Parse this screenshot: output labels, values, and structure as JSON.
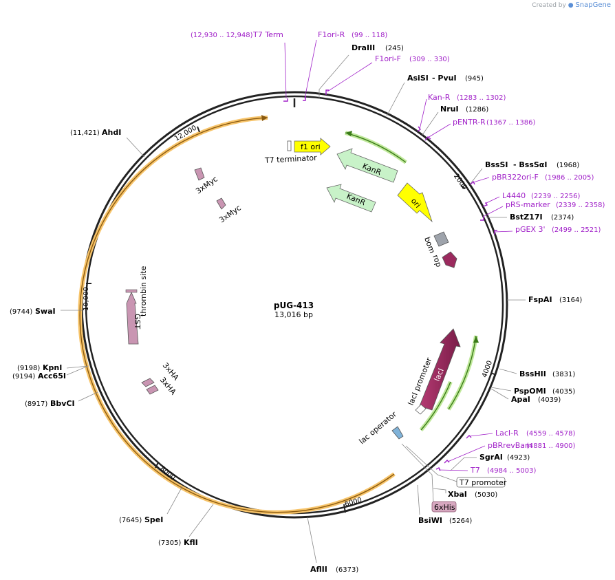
{
  "watermark": {
    "created_by": "Created by",
    "brand": "SnapGene"
  },
  "plasmid": {
    "name": "pUG-413",
    "length_label": "13,016 bp",
    "length": 13016
  },
  "colors": {
    "backbone": "#222222",
    "primer": "#a020c8",
    "orange": "#f5a623",
    "green": "#7cc243",
    "kanr": "#c8f2c8",
    "ori": "#ffff00",
    "gst": "#c995b2",
    "laci": "#9b2a5e"
  },
  "ticks": [
    {
      "pos": 2000,
      "label": "2000"
    },
    {
      "pos": 4000,
      "label": "4000"
    },
    {
      "pos": 6000,
      "label": "6000"
    },
    {
      "pos": 8000,
      "label": "8000"
    },
    {
      "pos": 10000,
      "label": "10,000"
    },
    {
      "pos": 12000,
      "label": "12,000"
    }
  ],
  "sites": [
    {
      "name": "DraIII",
      "pos": "(245)"
    },
    {
      "name": "AsiSI",
      "extra": "- PvuI",
      "pos": "(945)"
    },
    {
      "name": "NruI",
      "pos": "(1286)"
    },
    {
      "name": "BssSI",
      "extra": "- BssSαI",
      "pos": "(1968)"
    },
    {
      "name": "BstZ17I",
      "pos": "(2374)"
    },
    {
      "name": "FspAI",
      "pos": "(3164)"
    },
    {
      "name": "BssHII",
      "pos": "(3831)"
    },
    {
      "name": "PspOMI",
      "pos": "(4035)"
    },
    {
      "name": "ApaI",
      "pos": "(4039)"
    },
    {
      "name": "SgrAI",
      "pos": "(4923)"
    },
    {
      "name": "XbaI",
      "pos": "(5030)"
    },
    {
      "name": "BsiWI",
      "pos": "(5264)"
    },
    {
      "name": "AflII",
      "pos": "(6373)"
    },
    {
      "name": "KflI",
      "pos": "(7305)"
    },
    {
      "name": "SpeI",
      "pos": "(7645)"
    },
    {
      "name": "BbvCI",
      "pos": "(8917)"
    },
    {
      "name": "Acc65I",
      "pos": "(9194)"
    },
    {
      "name": "KpnI",
      "pos": "(9198)"
    },
    {
      "name": "SwaI",
      "pos": "(9744)"
    },
    {
      "name": "AhdI",
      "pos": "(11,421)"
    }
  ],
  "primers": [
    {
      "name": "T7 Term",
      "pos": "(12,930 .. 12,948)"
    },
    {
      "name": "F1ori-R",
      "pos": "(99 .. 118)"
    },
    {
      "name": "F1ori-F",
      "pos": "(309 .. 330)"
    },
    {
      "name": "Kan-R",
      "pos": "(1283 .. 1302)"
    },
    {
      "name": "pENTR-R",
      "pos": "(1367 .. 1386)"
    },
    {
      "name": "pBR322ori-F",
      "pos": "(1986 .. 2005)"
    },
    {
      "name": "L4440",
      "pos": "(2239 .. 2256)"
    },
    {
      "name": "pRS-marker",
      "pos": "(2339 .. 2358)"
    },
    {
      "name": "pGEX 3'",
      "pos": "(2499 .. 2521)"
    },
    {
      "name": "LacI-R",
      "pos": "(4559 .. 4578)"
    },
    {
      "name": "pBRrevBam",
      "pos": "(4881 .. 4900)"
    },
    {
      "name": "T7",
      "pos": "(4984 .. 5003)"
    }
  ],
  "features": {
    "f1ori": "f1 ori",
    "t7term": "T7 terminator",
    "kanr1": "KanR",
    "kanr2": "KanR",
    "ori": "ori",
    "bom": "bom",
    "rop": "rop",
    "laci": "lacI",
    "laci_promoter": "lacI promoter",
    "lac_operator": "lac operator",
    "t7_promoter": "T7 promoter",
    "his6": "6xHis",
    "gst": "GST",
    "thrombin": "thrombin site",
    "myc1": "3xMyc",
    "myc2": "3xMyc",
    "ha1": "3xHA",
    "ha2": "3xHA"
  }
}
